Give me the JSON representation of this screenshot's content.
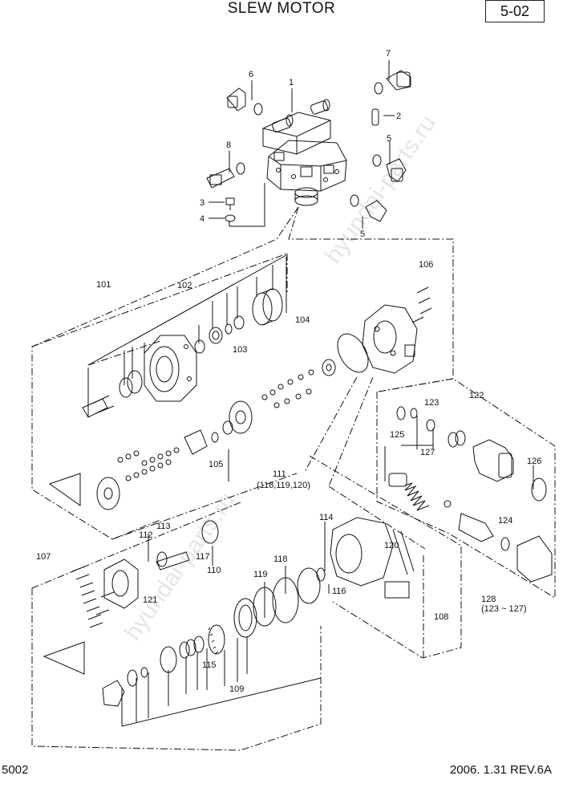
{
  "header": {
    "title": "SLEW MOTOR",
    "page_ref": "5-02"
  },
  "footer": {
    "code": "5002",
    "date_rev": "2006. 1.31  REV.6A"
  },
  "watermark": "hyundai-parts.ru",
  "callouts": [
    {
      "id": "c1",
      "text": "1"
    },
    {
      "id": "c2",
      "text": "2"
    },
    {
      "id": "c3",
      "text": "3"
    },
    {
      "id": "c4",
      "text": "4"
    },
    {
      "id": "c5a",
      "text": "5"
    },
    {
      "id": "c5b",
      "text": "5"
    },
    {
      "id": "c6",
      "text": "6"
    },
    {
      "id": "c7",
      "text": "7"
    },
    {
      "id": "c8",
      "text": "8"
    },
    {
      "id": "c101",
      "text": "101"
    },
    {
      "id": "c102",
      "text": "102"
    },
    {
      "id": "c103",
      "text": "103"
    },
    {
      "id": "c104",
      "text": "104"
    },
    {
      "id": "c105",
      "text": "105"
    },
    {
      "id": "c106",
      "text": "106"
    },
    {
      "id": "c107",
      "text": "107"
    },
    {
      "id": "c108",
      "text": "108"
    },
    {
      "id": "c109",
      "text": "109"
    },
    {
      "id": "c110",
      "text": "110"
    },
    {
      "id": "c111",
      "text": "111"
    },
    {
      "id": "c111s",
      "text": "(118,119,120)"
    },
    {
      "id": "c112",
      "text": "112"
    },
    {
      "id": "c113",
      "text": "113"
    },
    {
      "id": "c114",
      "text": "114"
    },
    {
      "id": "c115",
      "text": "115"
    },
    {
      "id": "c116",
      "text": "116"
    },
    {
      "id": "c117",
      "text": "117"
    },
    {
      "id": "c118",
      "text": "118"
    },
    {
      "id": "c119",
      "text": "119"
    },
    {
      "id": "c120",
      "text": "120"
    },
    {
      "id": "c121",
      "text": "121"
    },
    {
      "id": "c122",
      "text": "122"
    },
    {
      "id": "c123",
      "text": "123"
    },
    {
      "id": "c124",
      "text": "124"
    },
    {
      "id": "c125",
      "text": "125"
    },
    {
      "id": "c126",
      "text": "126"
    },
    {
      "id": "c127",
      "text": "127"
    },
    {
      "id": "c128",
      "text": "128"
    },
    {
      "id": "c128s",
      "text": "(123 ~ 127)"
    }
  ]
}
